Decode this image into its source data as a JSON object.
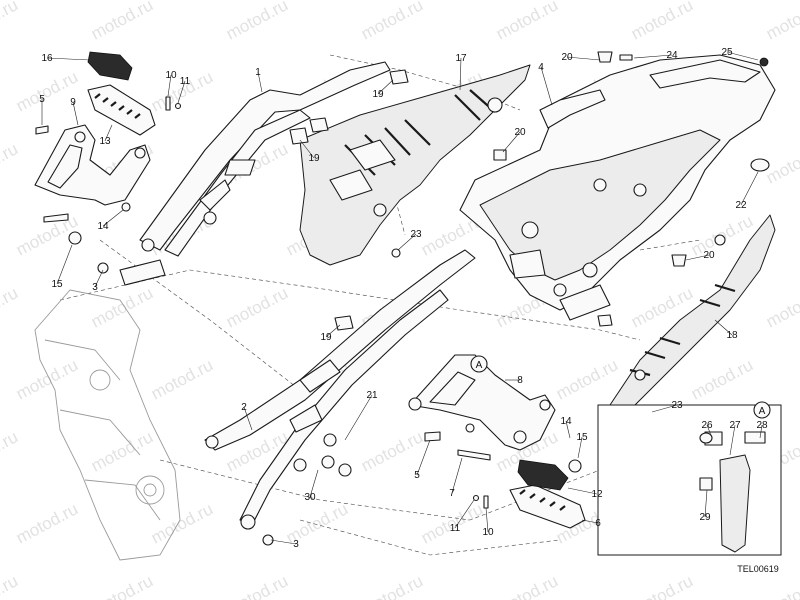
{
  "watermark": "motod.ru",
  "diagram_code": "TEL00619",
  "detail_marker": "A",
  "callouts": [
    "1",
    "2",
    "3",
    "4",
    "5",
    "6",
    "7",
    "8",
    "9",
    "10",
    "11",
    "12",
    "13",
    "14",
    "15",
    "16",
    "17",
    "18",
    "19",
    "20",
    "21",
    "22",
    "23",
    "24",
    "25",
    "26",
    "27",
    "28",
    "29",
    "30"
  ]
}
